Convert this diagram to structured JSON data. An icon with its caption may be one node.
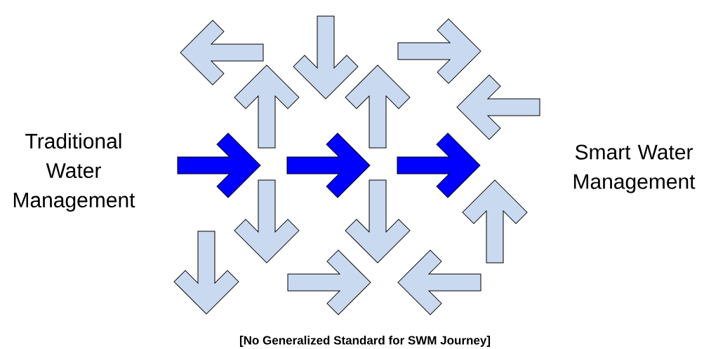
{
  "diagram": {
    "caption": "[No Generalized Standard for SWM Journey]",
    "nodes": [
      {
        "text": [
          "Traditional Water Management"
        ]
      },
      {
        "text": [
          "Smart Water Management"
        ]
      }
    ]
  }
}
